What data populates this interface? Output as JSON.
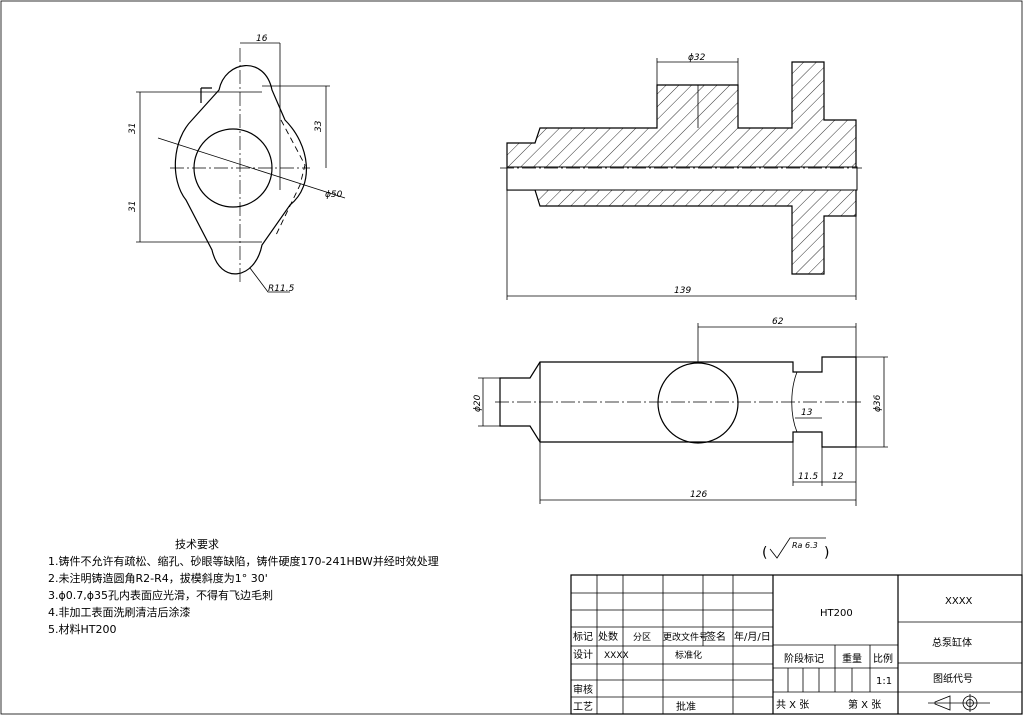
{
  "dimensions": {
    "d16": "16",
    "d31a": "31",
    "d31b": "31",
    "d33": "33",
    "phi50": "ϕ50",
    "r115": "R11.5",
    "phi32": "ϕ32",
    "d139": "139",
    "d62": "62",
    "phi20": "ϕ20",
    "phi36": "ϕ36",
    "d13": "13",
    "d115": "11.5",
    "d12": "12",
    "d126": "126"
  },
  "roughness": {
    "open": "(",
    "value": "Ra 6.3",
    "close": ")"
  },
  "tech_requirements": {
    "title": "技术要求",
    "items": [
      "1.铸件不允许有疏松、缩孔、砂眼等缺陷，铸件硬度170-241HBW并经时效处理",
      "2.未注明铸造圆角R2-R4，拔模斜度为1° 30'",
      "3.ϕ0.7,ϕ35孔内表面应光滑，不得有飞边毛刺",
      "4.非加工表面洗刷清洁后涂漆",
      "5.材料HT200"
    ]
  },
  "title_block": {
    "material": "HT200",
    "company": "XXXX",
    "part_name": "总泵缸体",
    "drawing_no": "图纸代号",
    "mark": "标记",
    "count": "处数",
    "zone": "分区",
    "change_doc": "更改文件号",
    "sign": "签名",
    "date": "年/月/日",
    "design": "设计",
    "designer": "XXXX",
    "standardize": "标准化",
    "stage_mark": "阶段标记",
    "weight": "重量",
    "scale_label": "比例",
    "scale": "1:1",
    "review": "审核",
    "process": "工艺",
    "approve": "批准",
    "total_sheets": "共 X 张",
    "sheet_no": "第 X 张"
  }
}
